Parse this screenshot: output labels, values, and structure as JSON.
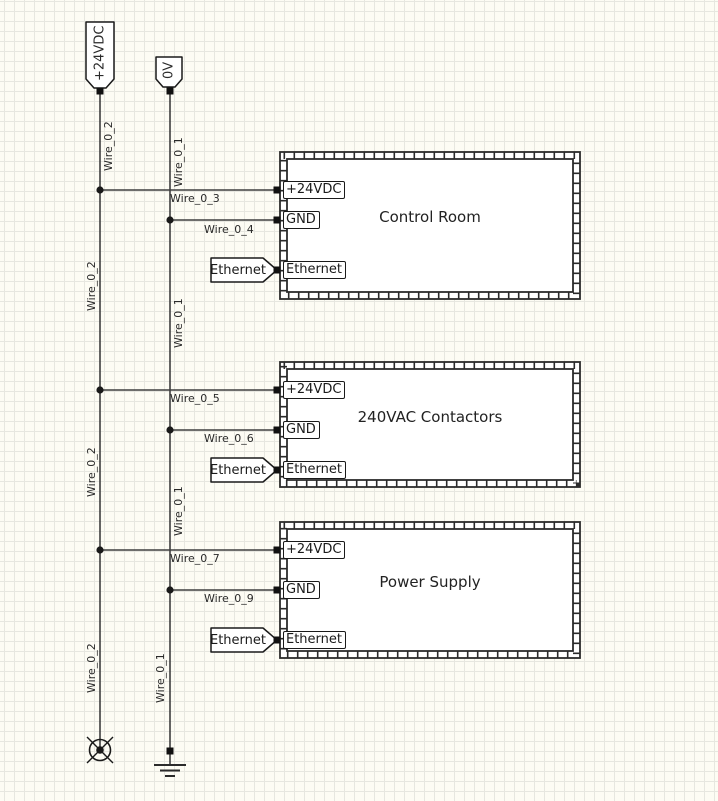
{
  "rails": {
    "positive": "+24VDC",
    "zero": "0V"
  },
  "wires": {
    "w1": "Wire_0_1",
    "w2": "Wire_0_2",
    "w3": "Wire_0_3",
    "w4": "Wire_0_4",
    "w5": "Wire_0_5",
    "w6": "Wire_0_6",
    "w7": "Wire_0_7",
    "w9": "Wire_0_9"
  },
  "blocks": [
    {
      "title": "Control Room",
      "terminal_24vdc": "+24VDC",
      "terminal_gnd": "GND",
      "terminal_eth": "Ethernet",
      "external_eth_tag": "Ethernet"
    },
    {
      "title": "240VAC Contactors",
      "terminal_24vdc": "+24VDC",
      "terminal_gnd": "GND",
      "terminal_eth": "Ethernet",
      "external_eth_tag": "Ethernet"
    },
    {
      "title": "Power Supply",
      "terminal_24vdc": "+24VDC",
      "terminal_gnd": "GND",
      "terminal_eth": "Ethernet",
      "external_eth_tag": "Ethernet"
    }
  ],
  "colors": {
    "wire": "#3f3f3f",
    "shape_outline": "#2b2b2b",
    "shape_fill": "#ffffff",
    "grid_line": "#e7e7e0",
    "canvas_bg": "#fdfcf4",
    "text": "#1a1a1a"
  }
}
